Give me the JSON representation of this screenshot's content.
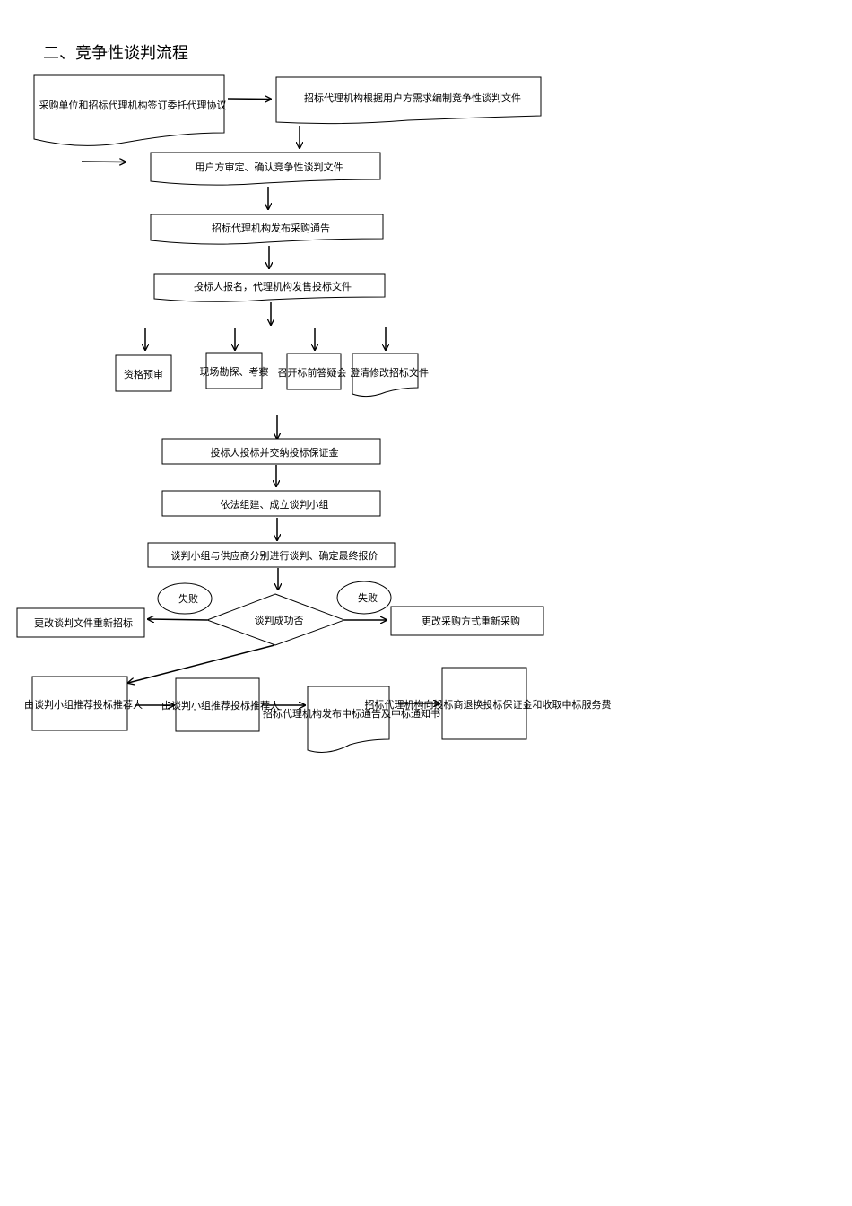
{
  "title": "二、竞争性谈判流程",
  "nodes": {
    "sign_agreement": "采购单位和招标代理机构签订委托代理协议",
    "prepare_docs": "招标代理机构根据用户方需求编制竞争性谈判文件",
    "user_confirm": "用户方审定、确认竞争性谈判文件",
    "publish_notice": "招标代理机构发布采购通告",
    "register_sell": "投标人报名，代理机构发售投标文件",
    "prequalification": "资格预审",
    "site_survey": "现场勘探、考察",
    "pre_bid_meeting": "召开标前答疑会",
    "clarify_modify": "澄清修改招标文件",
    "submit_bid": "投标人投标并交纳投标保证金",
    "form_panel": "依法组建、成立谈判小组",
    "negotiate": "谈判小组与供应商分别进行谈判、确定最终报价",
    "decision": "谈判成功否",
    "fail_left": "失败",
    "fail_right": "失败",
    "revise_rebid": "更改谈判文件重新招标",
    "change_method": "更改采购方式重新采购",
    "recommend_1": "由谈判小组推荐投标推荐人",
    "recommend_2": "由谈判小组推荐投标推荐人",
    "award_notice": "招标代理机构发布中标通告及中标通知书",
    "refund_fee": "招标代理机构向投标商退换投标保证金和收取中标服务费"
  }
}
